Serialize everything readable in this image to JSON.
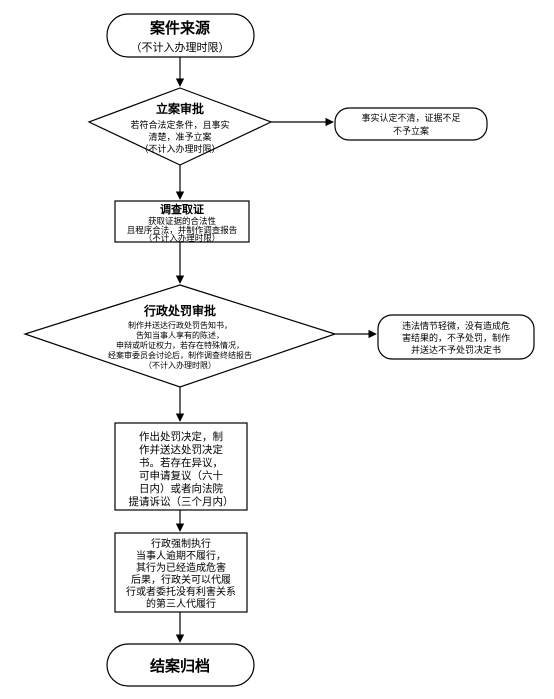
{
  "flowchart": {
    "start": {
      "title": "案件来源",
      "note": "（不计入办理时限）"
    },
    "filing_review": {
      "title": "立案审批",
      "lines": [
        "若符合法定条件，且事实",
        "清楚，准予立案",
        "（不计入办理时限）"
      ]
    },
    "filing_reject": {
      "lines": [
        "事实认定不清，证据不足",
        "不予立案"
      ]
    },
    "investigation": {
      "title": "调查取证",
      "lines": [
        "获取证据的合法性",
        "且程序合法，并制作调查报告",
        "（不计入办理时限）"
      ]
    },
    "penalty_review": {
      "title": "行政处罚审批",
      "lines": [
        "制作并送达行政处罚告知书，",
        "告知当事人享有的陈述，",
        "申辩或听证权力，若存在特殊情况，",
        "经案审委员会讨论后，制作调查终结报告",
        "（不计入办理时限）"
      ]
    },
    "no_penalty": {
      "lines": [
        "违法情节轻微，没有造成危",
        "害结果的，不予处罚，制作",
        "并送达不予处罚决定书"
      ]
    },
    "penalty_decision": {
      "lines": [
        "作出处罚决定，制",
        "作并送达处罚决定",
        "书。若存在异议，",
        "可申请复议（六十",
        "日内）或者向法院",
        "提请诉讼（三个月内）"
      ]
    },
    "enforcement": {
      "lines": [
        "行政强制执行",
        "当事人逾期不履行，",
        "其行为已经造成危害",
        "后果，行政关可以代履",
        "行或者委托没有利害关系",
        "的第三人代履行"
      ]
    },
    "end": {
      "title": "结案归档"
    }
  }
}
